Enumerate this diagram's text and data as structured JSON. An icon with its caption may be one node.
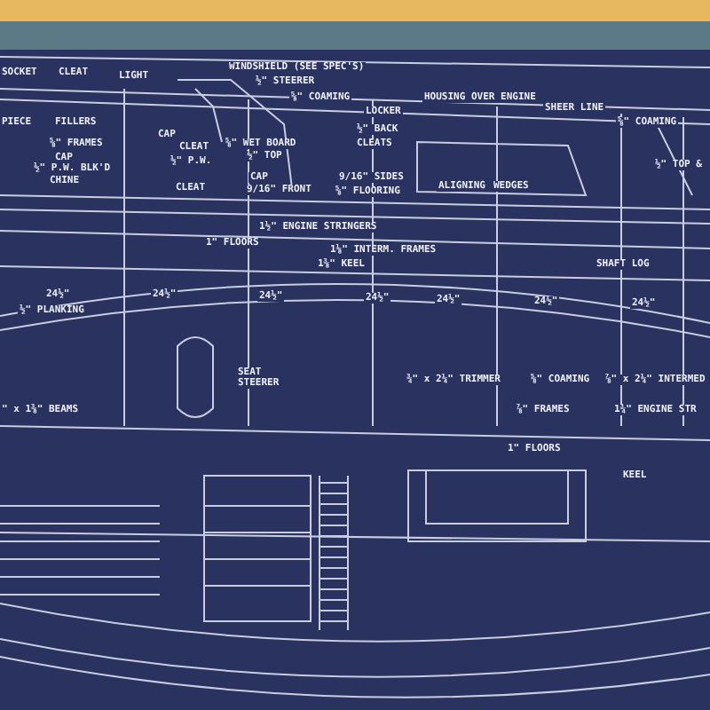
{
  "diagram": {
    "labels": [
      "SOCKET",
      "CLEAT",
      "LIGHT",
      "WINDSHIELD (SEE SPEC'S)",
      "½\" STEERER",
      "⅝\" COAMING",
      "LOCKER",
      "HOUSING OVER ENGINE",
      "SHEER LINE",
      "⅝\" COAMING",
      "½\" TOP &",
      "PIECE",
      "FILLERS",
      "⅝\" FRAMES",
      "CAP",
      "½\" P.W. BLK'D",
      "CHINE",
      "CAP",
      "CLEAT",
      "½\" P.W.",
      "CLEAT",
      "⅝\" WET BOARD",
      "½\" TOP",
      "CAP",
      "9/16\" FRONT",
      "½\" BACK",
      "CLEATS",
      "9/16\" SIDES",
      "⅝\" FLOORING",
      "ALIGNING",
      "WEDGES",
      "1½\" ENGINE STRINGERS",
      "1\" FLOORS",
      "1⅛\" INTERM. FRAMES",
      "1⅜\" KEEL",
      "SHAFT LOG",
      "24½\"",
      "24½\"",
      "24½\"",
      "24½\"",
      "24½\"",
      "24½\"",
      "24½\"",
      "½\" PLANKING",
      "SEAT STEERER",
      "¾\" x 2¼\" TRIMMER",
      "⅝\" COAMING",
      "⅞\" x 2¼\" INTERMED",
      "\" x 1⅜\" BEAMS",
      "⅞\" FRAMES",
      "1¾\" ENGINE STR",
      "1\" FLOORS",
      "KEEL"
    ]
  }
}
